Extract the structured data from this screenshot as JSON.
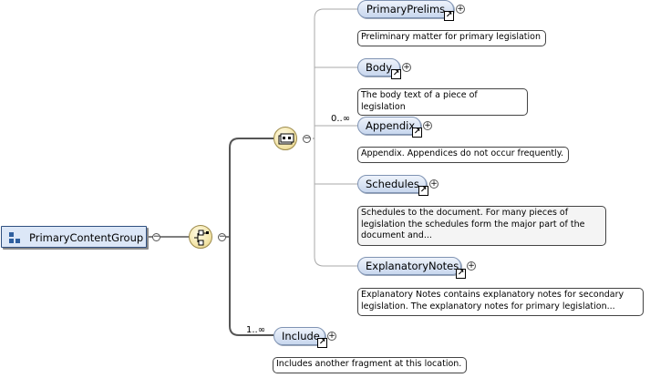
{
  "group": {
    "label": "PrimaryContentGroup",
    "toggle": "−"
  },
  "sequence_toggle": "−",
  "choice_toggle": "−",
  "choice_cardinality": "0..∞",
  "elements": [
    {
      "label": "PrimaryPrelims",
      "doc": "Preliminary matter for primary legislation"
    },
    {
      "label": "Body",
      "doc": "The body text of a piece of legislation"
    },
    {
      "label": "Appendix",
      "doc": "Appendix. Appendices do not occur frequently."
    },
    {
      "label": "Schedules",
      "doc": "Schedules to the document. For many pieces of legislation the schedules form the major part of the document and..."
    },
    {
      "label": "ExplanatoryNotes",
      "doc": "Explanatory Notes contains explanatory notes for secondary legislation. The explanatory notes for primary legislation..."
    }
  ],
  "include": {
    "label": "Include",
    "cardinality": "1..∞",
    "doc": "Includes another fragment at this location."
  },
  "symbols": {
    "ref_arrow": "↗",
    "expand": "+"
  },
  "icons": [
    "group-icon",
    "sequence-compositor-icon",
    "choice-compositor-icon",
    "reference-arrow-icon",
    "expand-icon",
    "collapse-icon"
  ]
}
